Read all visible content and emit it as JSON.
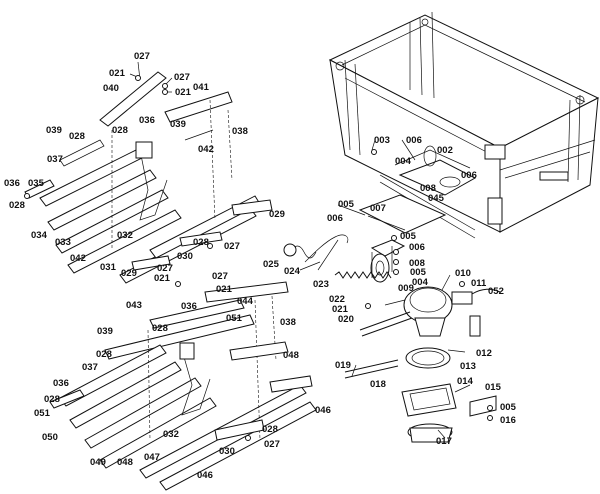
{
  "labels": {
    "027_a": "027",
    "021_a": "021",
    "040": "040",
    "027_b": "027",
    "021_b": "021",
    "041": "041",
    "039_a": "039",
    "028_a": "028",
    "036_a": "036",
    "039_b": "039",
    "038_a": "038",
    "028_b": "028",
    "037_a": "037",
    "042_a": "042",
    "036_b": "036",
    "035": "035",
    "028_c": "028",
    "029_a": "029",
    "034": "034",
    "033": "033",
    "032_a": "032",
    "042_b": "042",
    "028_d": "028",
    "027_c": "027",
    "031": "031",
    "029_b": "029",
    "030_a": "030",
    "027_d": "027",
    "021_c": "021",
    "027_e": "027",
    "021_d": "021",
    "043": "043",
    "044": "044",
    "036_c": "036",
    "028_e": "028",
    "051_a": "051",
    "038_b": "038",
    "039_c": "039",
    "028_f": "028",
    "048_a": "048",
    "037_b": "037",
    "036_d": "036",
    "028_g": "028",
    "051_b": "051",
    "050": "050",
    "049": "049",
    "048_b": "048",
    "047": "047",
    "032_b": "032",
    "046_a": "046",
    "028_h": "028",
    "027_f": "027",
    "030_b": "030",
    "046_b": "046",
    "003": "003",
    "006_a": "006",
    "002": "002",
    "004_a": "004",
    "006_b": "006",
    "008_a": "008",
    "045": "045",
    "005_a": "005",
    "006_c": "006",
    "007": "007",
    "005_b": "005",
    "006_d": "006",
    "008_b": "008",
    "005_c": "005",
    "004_b": "004",
    "025": "025",
    "024": "024",
    "023": "023",
    "009": "009",
    "010": "010",
    "011": "011",
    "052": "052",
    "022": "022",
    "021_e": "021",
    "020": "020",
    "012": "012",
    "013": "013",
    "019": "019",
    "018": "018",
    "014": "014",
    "015": "015",
    "005_d": "005",
    "016": "016",
    "017": "017"
  }
}
